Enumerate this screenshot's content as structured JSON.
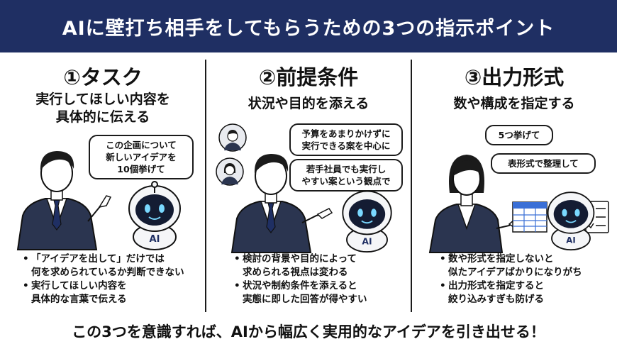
{
  "header": {
    "title": "AIに壁打ち相手をしてもらうための3つの指示ポイント"
  },
  "columns": [
    {
      "title": "①タスク",
      "subtitle_lines": [
        "実行してほしい内容を",
        "具体的に伝える"
      ],
      "bubbles": [
        {
          "lines": [
            "この企画について",
            "新しいアイデアを",
            "10個挙げて"
          ]
        }
      ],
      "robot_label": "AI",
      "bullets": [
        {
          "lines": [
            "「アイデアを出して」だけでは",
            "何を求められているか判断できない"
          ]
        },
        {
          "lines": [
            "実行してほしい内容を",
            "具体的な言葉で伝える"
          ]
        }
      ]
    },
    {
      "title": "②前提条件",
      "subtitle_lines": [
        "状況や目的を添える"
      ],
      "bubbles": [
        {
          "lines": [
            "予算をあまりかけずに",
            "実行できる案を中心に"
          ]
        },
        {
          "lines": [
            "若手社員でも実行し",
            "やすい案という観点で"
          ]
        }
      ],
      "robot_label": "AI",
      "bullets": [
        {
          "lines": [
            "検討の背景や目的によって",
            "求められる視点は変わる"
          ]
        },
        {
          "lines": [
            "状況や制約条件を添えると",
            "実態に即した回答が得やすい"
          ]
        }
      ]
    },
    {
      "title": "③出力形式",
      "subtitle_lines": [
        "数や構成を指定する"
      ],
      "bubbles": [
        {
          "lines": [
            "5つ挙げて"
          ]
        },
        {
          "lines": [
            "表形式で整理して"
          ]
        }
      ],
      "robot_label": "AI",
      "bullets": [
        {
          "lines": [
            "数や形式を指定しないと",
            "似たアイデアばかりになりがち"
          ]
        },
        {
          "lines": [
            "出力形式を指定すると",
            "絞り込みすぎも防げる"
          ]
        }
      ]
    }
  ],
  "footer": {
    "text": "この3つを意識すれば、AIから幅広く実用的なアイデアを引き出せる！"
  },
  "colors": {
    "navy": "#1f2f63",
    "suit": "#2b3550",
    "robot_white": "#f5f6f8",
    "robot_face": "#141c33",
    "eye": "#7ad8ff"
  }
}
